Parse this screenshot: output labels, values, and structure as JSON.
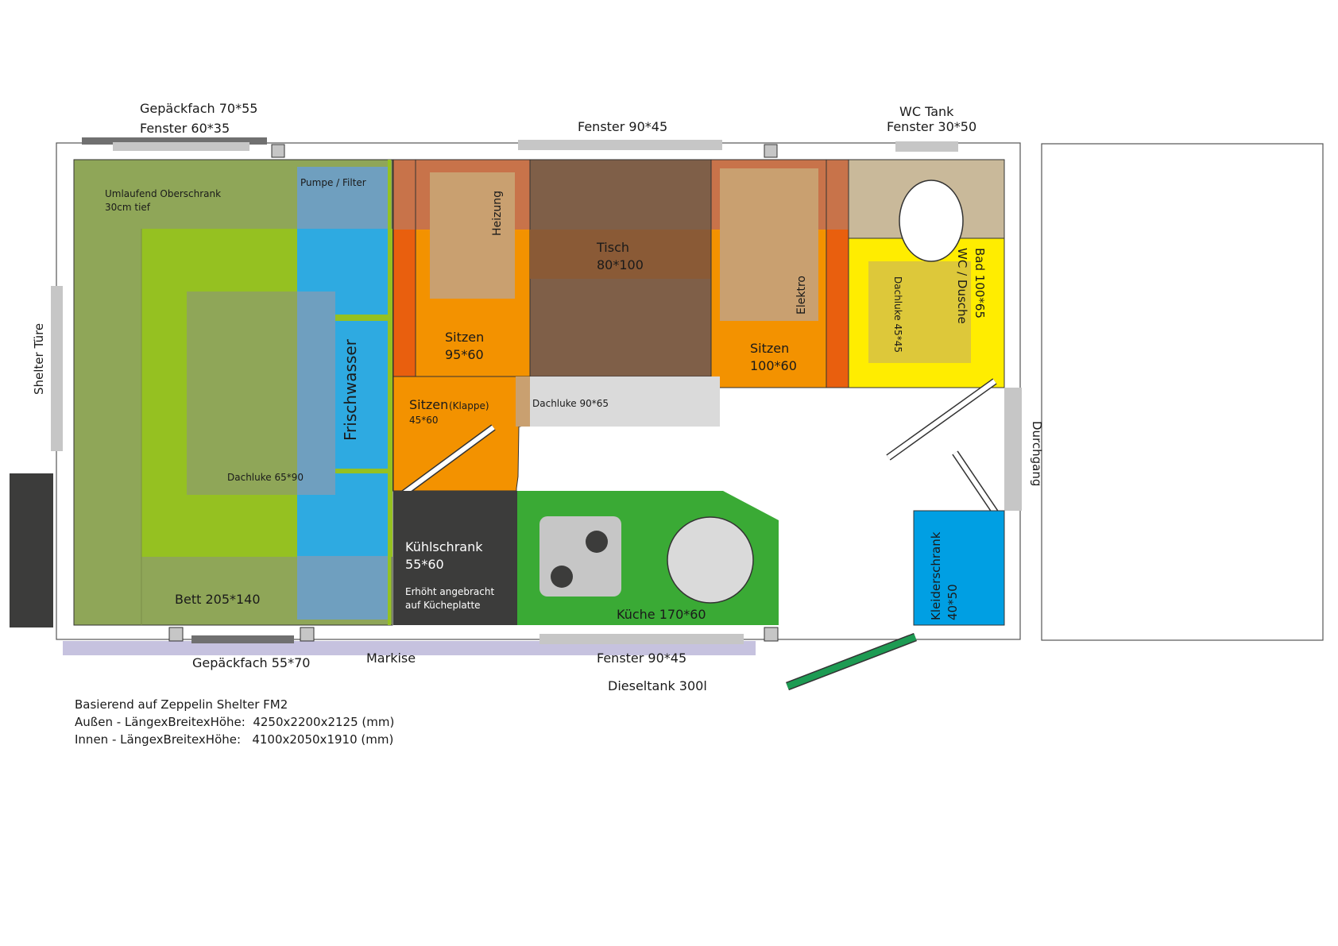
{
  "colors": {
    "bed_dark": "#8fa658",
    "bed_light": "#95c121",
    "water_blue": "#2eaae1",
    "orange": "#f39200",
    "orange_dark": "#e95f0e",
    "brown": "#7f5f48",
    "tan": "#c9b99a",
    "yellow": "#ffed00",
    "kitchen_green": "#3aaa35",
    "fridge": "#3c3c3b",
    "wardrobe": "#009fe3",
    "window_gray": "#c6c6c6",
    "awning": "#c6c2df",
    "diesel_green": "#1d9b53"
  },
  "labels": {
    "gepaeckfach_top": "Gepäckfach 70*55",
    "fenster_top_left": "Fenster 60*35",
    "fenster_top_mid": "Fenster 90*45",
    "wc_tank": "WC Tank",
    "fenster_top_right": "Fenster 30*50",
    "shelter_tuere": "Shelter Türe",
    "oberschrank_1": "Umlaufend Oberschrank",
    "oberschrank_2": "30cm tief",
    "pumpe": "Pumpe / Filter",
    "frischwasser": "Frischwasser",
    "dachluke_bed": "Dachluke 65*90",
    "bett": "Bett 205*140",
    "heizung": "Heizung",
    "tisch_1": "Tisch",
    "tisch_2": "80*100",
    "elektro": "Elektro",
    "sitzen_left_1": "Sitzen",
    "sitzen_left_2": "95*60",
    "sitzen_right_1": "Sitzen",
    "sitzen_right_2": "100*60",
    "sitzen_klappe_1": "Sitzen",
    "sitzen_klappe_klappe": "(Klappe)",
    "sitzen_klappe_2": "45*60",
    "dachluke_mid": "Dachluke 90*65",
    "bad": "Bad 100*65",
    "wc_dusche": "WC / Dusche",
    "dachluke_bad": "Dachluke 45*45",
    "durchgang": "Durchgang",
    "kuehlschrank_1": "Kühlschrank",
    "kuehlschrank_2": "55*60",
    "erhoeht_1": "Erhöht angebracht",
    "erhoeht_2": "auf Kücheplatte",
    "kueche": "Küche 170*60",
    "kleiderschrank_1": "Kleiderschrank",
    "kleiderschrank_2": "40*50",
    "gepaeckfach_bottom": "Gepäckfach 55*70",
    "markise": "Markise",
    "fenster_bottom": "Fenster 90*45",
    "dieseltank": "Dieseltank 300l"
  },
  "info": {
    "line1": "Basierend auf Zeppelin Shelter FM2",
    "line2": "Außen - LängexBreitexHöhe:  4250x2200x2125 (mm)",
    "line3": "Innen - LängexBreitexHöhe:   4100x2050x1910 (mm)"
  }
}
